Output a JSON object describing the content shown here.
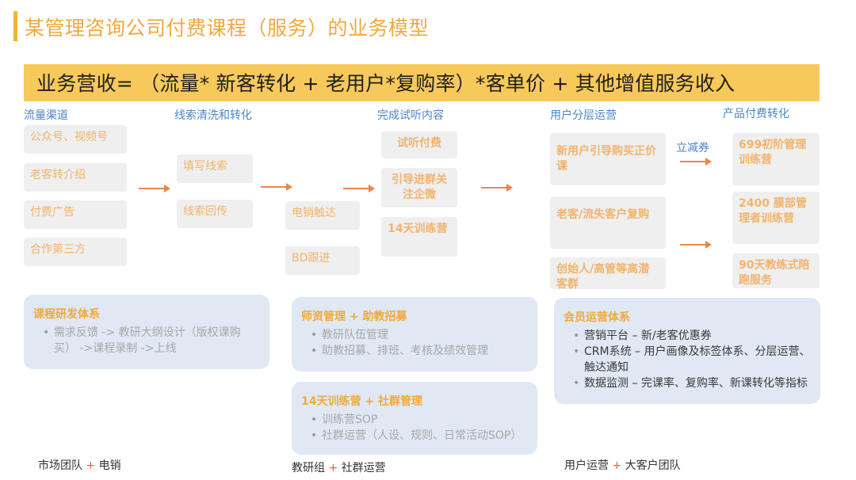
{
  "title": "某管理咨询公司付费课程（服务）的业务模型",
  "formula": "业务营收= （流量* 新客转化 + 老用户*复购率）*客单价 + 其他增值服务收入",
  "columns": {
    "traffic": {
      "header": "流量渠道",
      "items": [
        "公众号、视频号",
        "老客转介绍",
        "付费广告",
        "合作第三方"
      ]
    },
    "leads": {
      "header": "线索清洗和转化",
      "items": [
        "填写线索",
        "线索回传"
      ],
      "sub_items": [
        "电销触达",
        "BD跟进"
      ]
    },
    "trial": {
      "header": "完成试听内容",
      "items": [
        "试听付费",
        "引导进群关注企微",
        "14天训练营"
      ]
    },
    "segment": {
      "header": "用户分层运营",
      "items": [
        "新用户引导购买正价课",
        "老客/流失客户复购",
        "创始人/高管等高潜客群"
      ]
    },
    "conversion": {
      "header": "产品付费转化",
      "label": "立减券",
      "items": [
        "699初阶管理训练营",
        "2400 膜部管理者训练营",
        "90天教练式陪跑服务"
      ]
    }
  },
  "panels": {
    "course": {
      "title": "课程研发体系",
      "bullets": [
        "需求反馈 -> 教研大纲设计（版权课购买） ->课程录制 ->上线"
      ]
    },
    "teachers": {
      "title": "师资管理 + 助教招募",
      "bullets": [
        "教研队伍管理",
        "助教招募、排班、考核及绩效管理"
      ]
    },
    "camp": {
      "title": "14天训练营 + 社群管理",
      "bullets": [
        "训练营SOP",
        "社群运营（人设、规则、日常活动SOP）"
      ]
    },
    "member": {
      "title": "会员运营体系",
      "bullets": [
        "营销平台 – 新/老客优惠券",
        "CRM系统 – 用户画像及标签体系、分层运营、触达通知",
        "数据监测 – 完课率、复购率、新课转化等指标"
      ]
    }
  },
  "teams": [
    {
      "a": "市场团队",
      "plus": "+",
      "b": "电销"
    },
    {
      "a": "教研组",
      "plus": "+",
      "b": "社群运营"
    },
    {
      "a": "用户运营",
      "plus": "+",
      "b": "大客户团队"
    }
  ],
  "colors": {
    "accent": "#f2b233",
    "header_blue": "#4a86c5",
    "arrow": "#e8874c",
    "panel_bg": "#dfe8f3"
  }
}
